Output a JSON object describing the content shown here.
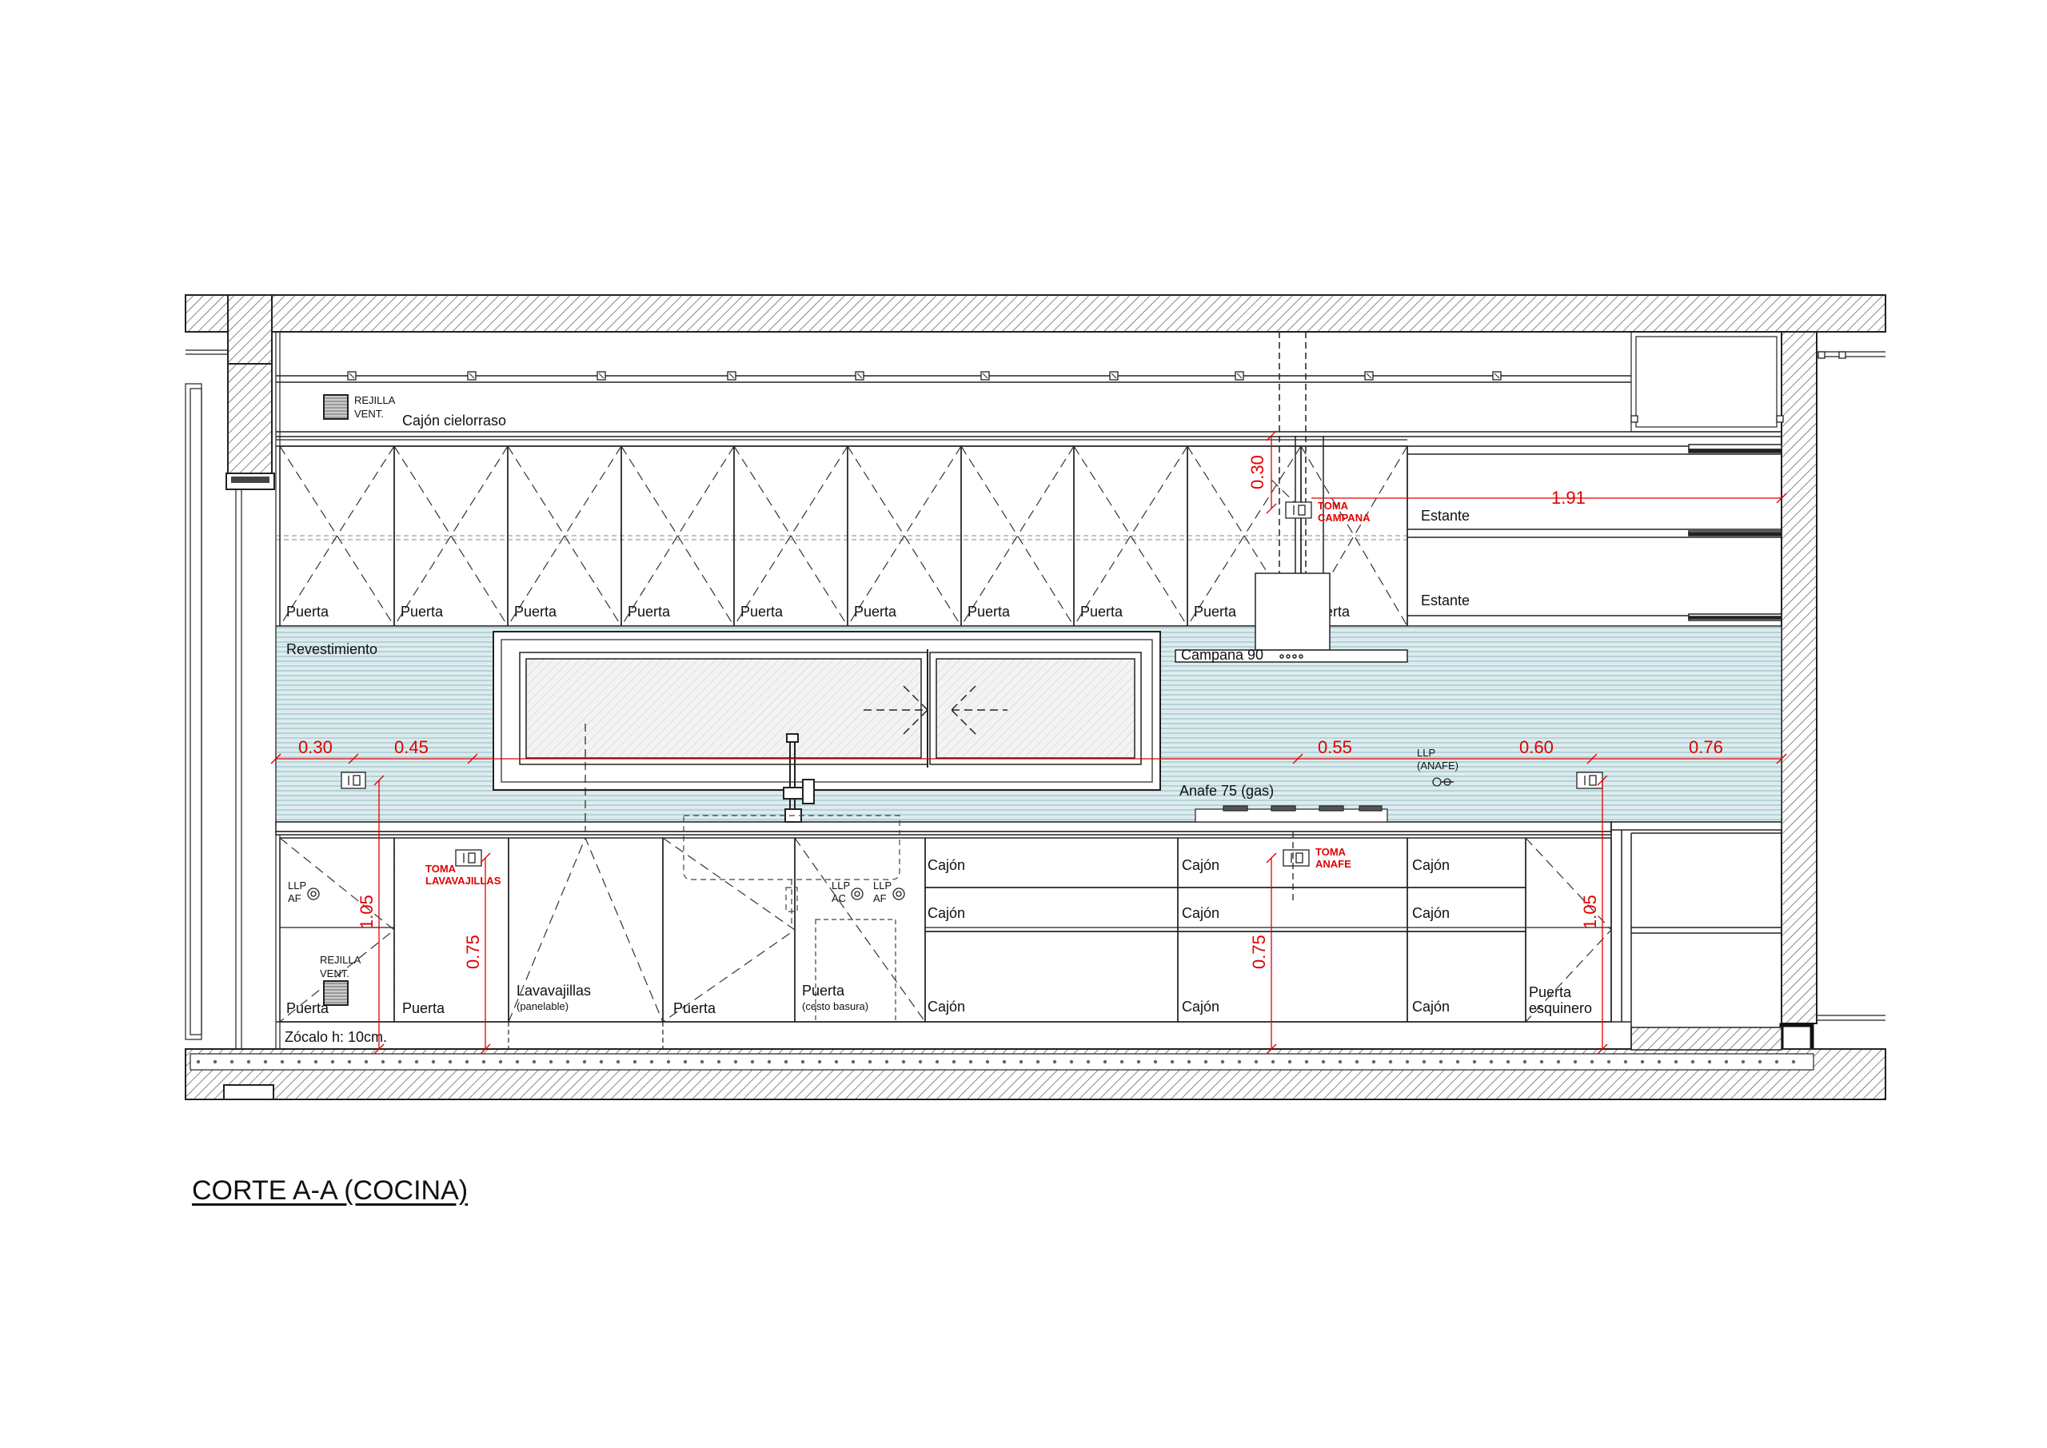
{
  "caption": "CORTE A-A (COCINA)",
  "labels": {
    "rejilla_top": [
      "REJILLA",
      "VENT."
    ],
    "cajon_cielorraso": "Cajón cielorraso",
    "revestimiento": "Revestimiento",
    "campana": "Campana 90",
    "anafe": "Anafe 75 (gas)",
    "estante": "Estante",
    "puerta": "Puerta",
    "cajon": "Cajón",
    "lavavajillas": "Lavavajillas",
    "panelable": "(panelable)",
    "puerta_cesto": "Puerta",
    "cesto_basura": "(cesto basura)",
    "puerta_esquinero": [
      "Puerta",
      "esquinero"
    ],
    "zocalo": "Zócalo h: 10cm.",
    "rejilla_bottom": [
      "REJILLA",
      "VENT."
    ],
    "llp_af": [
      "LLP",
      "AF"
    ],
    "llp_ac": [
      "LLP",
      "AC"
    ],
    "llp_anafe": [
      "LLP",
      "(ANAFE)"
    ],
    "toma_campana": [
      "TOMA",
      "CAMPANA"
    ],
    "toma_lavavajillas": [
      "TOMA",
      "LAVAVAJILLAS"
    ],
    "toma_anafe": [
      "TOMA",
      "ANAFE"
    ]
  },
  "dimensions": {
    "d_030_top": "0.30",
    "d_191": "1.91",
    "d_030_left": "0.30",
    "d_045": "0.45",
    "d_055": "0.55",
    "d_060": "0.60",
    "d_076": "0.76",
    "d_105_left": "1.05",
    "d_075_left": "0.75",
    "d_075_center": "0.75",
    "d_105_right": "1.05"
  },
  "colors": {
    "line": "#222222",
    "hatch": "#555555",
    "dimension": "#e10000",
    "backsplash": "#dcecee",
    "backsplash_lines": "#8fb8bd"
  }
}
